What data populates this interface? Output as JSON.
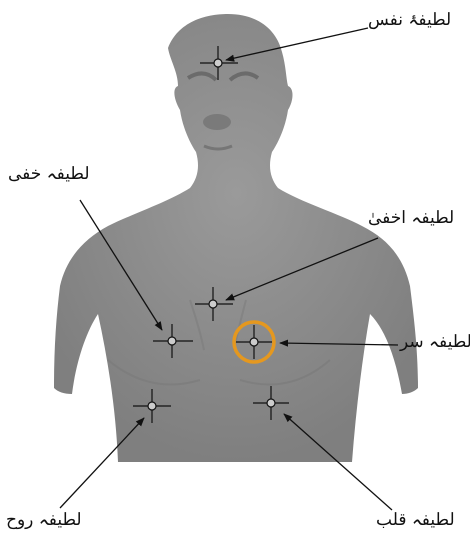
{
  "labels": {
    "nafs": "لطیفۂ نفس",
    "khafi": "لطیفہ خفی",
    "akhfa": "لطیفہ اخفیٰ",
    "sirr": "لطیفہ سر",
    "ruh": "لطیفہ روح",
    "qalb": "لطیفہ قلب"
  },
  "colors": {
    "body": "#8c8c8c",
    "body_dark": "#6f6f6f",
    "lines": "#111111",
    "highlight": "#e5981f"
  }
}
